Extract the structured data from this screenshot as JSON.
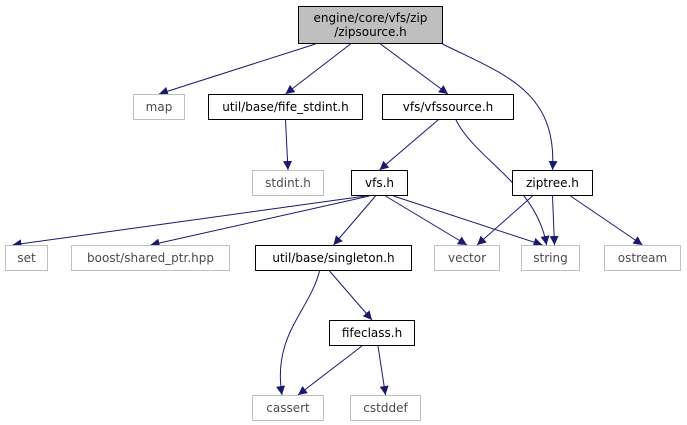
{
  "diagram": {
    "nodes": [
      {
        "id": "root",
        "label": "engine/core/vfs/zip\n/zipsource.h",
        "kind": "root"
      },
      {
        "id": "map",
        "label": "map",
        "kind": "external"
      },
      {
        "id": "fife_stdint",
        "label": "util/base/fife_stdint.h",
        "kind": "header"
      },
      {
        "id": "vfssource",
        "label": "vfs/vfssource.h",
        "kind": "header"
      },
      {
        "id": "stdint",
        "label": "stdint.h",
        "kind": "external"
      },
      {
        "id": "vfs",
        "label": "vfs.h",
        "kind": "header"
      },
      {
        "id": "ziptree",
        "label": "ziptree.h",
        "kind": "header"
      },
      {
        "id": "set",
        "label": "set",
        "kind": "external"
      },
      {
        "id": "shared_ptr",
        "label": "boost/shared_ptr.hpp",
        "kind": "external"
      },
      {
        "id": "singleton",
        "label": "util/base/singleton.h",
        "kind": "header"
      },
      {
        "id": "vector",
        "label": "vector",
        "kind": "external"
      },
      {
        "id": "string",
        "label": "string",
        "kind": "external"
      },
      {
        "id": "ostream",
        "label": "ostream",
        "kind": "external"
      },
      {
        "id": "fifeclass",
        "label": "fifeclass.h",
        "kind": "header"
      },
      {
        "id": "cassert",
        "label": "cassert",
        "kind": "external"
      },
      {
        "id": "cstddef",
        "label": "cstddef",
        "kind": "external"
      }
    ],
    "edges": [
      [
        "root",
        "map"
      ],
      [
        "root",
        "fife_stdint"
      ],
      [
        "root",
        "vfssource"
      ],
      [
        "root",
        "ziptree"
      ],
      [
        "fife_stdint",
        "stdint"
      ],
      [
        "vfssource",
        "vfs"
      ],
      [
        "vfssource",
        "string"
      ],
      [
        "vfs",
        "set"
      ],
      [
        "vfs",
        "shared_ptr"
      ],
      [
        "vfs",
        "singleton"
      ],
      [
        "vfs",
        "vector"
      ],
      [
        "vfs",
        "string"
      ],
      [
        "ziptree",
        "vector"
      ],
      [
        "ziptree",
        "string"
      ],
      [
        "ziptree",
        "ostream"
      ],
      [
        "singleton",
        "fifeclass"
      ],
      [
        "singleton",
        "cassert"
      ],
      [
        "fifeclass",
        "cassert"
      ],
      [
        "fifeclass",
        "cstddef"
      ]
    ],
    "colors": {
      "edge": "#191970",
      "root_fill": "#bfbfbf",
      "external_border": "#bfbfbf",
      "header_border": "#000000"
    }
  }
}
